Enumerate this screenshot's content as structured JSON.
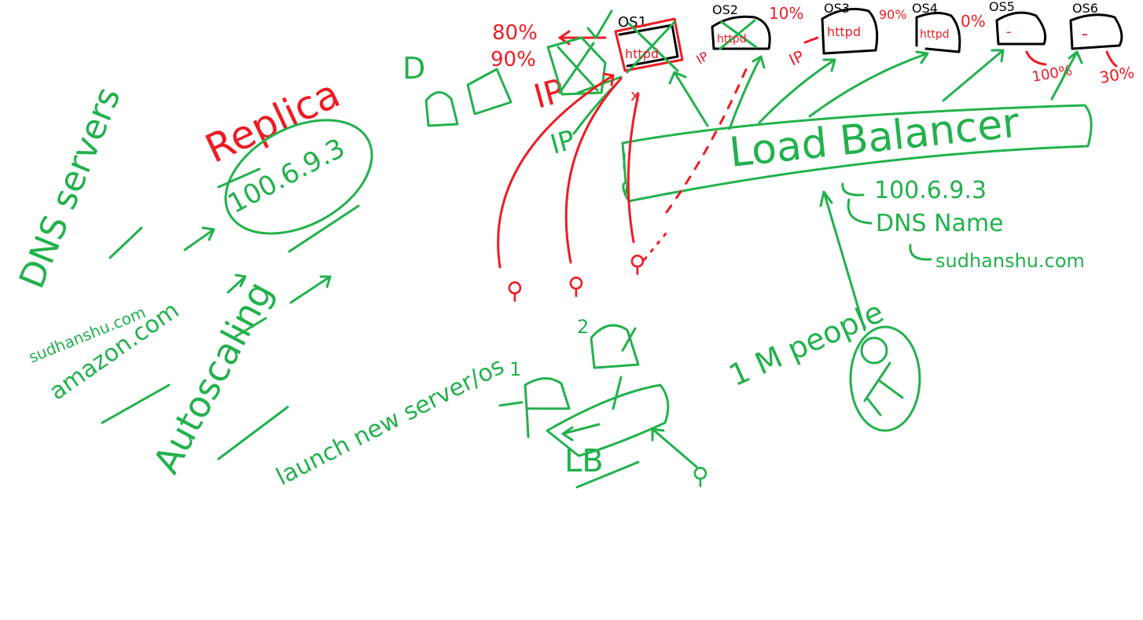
{
  "colors": {
    "green": "#22b14c",
    "red": "#ed1c24",
    "black": "#000000",
    "background": "#ffffff"
  },
  "left": {
    "dns_servers": "DNS servers",
    "replica": "Replica",
    "ip": "100.6.9.3",
    "domain1": "sudhanshu.com",
    "domain2": "amazon.com",
    "autoscaling": "Autoscaling",
    "launch": "launch new server/os"
  },
  "top": {
    "number_d": "D",
    "pct80": "80%",
    "pct90": "90%",
    "ip_big": "IP",
    "ip_small": "IP",
    "servers": [
      {
        "label": "OS1",
        "content": "httpd"
      },
      {
        "label": "OS2",
        "content": "httpd"
      },
      {
        "label": "OS3",
        "content": "httpd"
      },
      {
        "label": "OS4",
        "content": "httpd"
      },
      {
        "label": "OS5",
        "content": "-"
      },
      {
        "label": "OS6",
        "content": "-"
      }
    ],
    "pct10": "10%",
    "pct90b": "90%",
    "pct0": "0%",
    "pct100": "100%",
    "pct30": "30%"
  },
  "lb": {
    "title": "Load Balancer",
    "ip": "100.6.9.3",
    "dns": "DNS Name",
    "domain": "sudhanshu.com"
  },
  "users": {
    "million": "1 M people"
  },
  "small_lb": {
    "label": "LB",
    "num1": "1",
    "num2": "2"
  }
}
